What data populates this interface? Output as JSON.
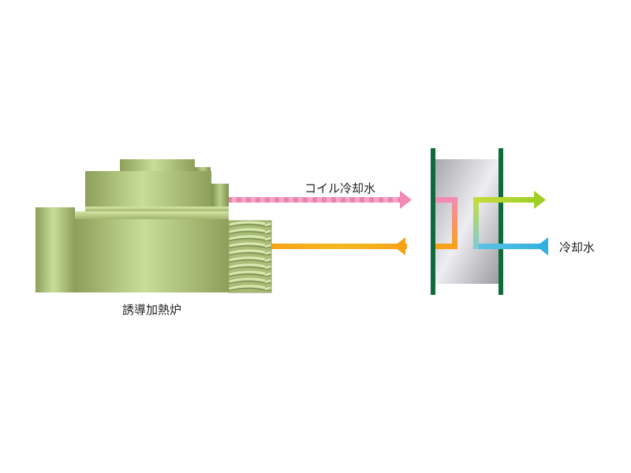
{
  "labels": {
    "coil_cooling_water": "コイル冷却水",
    "cooling_water": "冷却水",
    "furnace": "誘導加熱炉"
  },
  "colors": {
    "furnace_light": "#c6dc96",
    "furnace_dark": "#879a55",
    "exchanger_frame": "#0d6b3a",
    "exchanger_body_light": "#efeff3",
    "exchanger_body_dark": "#a9a9ad",
    "pink": "#f28ab5",
    "orange": "#f7a21b",
    "yellow": "#f5d000",
    "lime": "#a6d12b",
    "cyan": "#3cb6e3"
  }
}
